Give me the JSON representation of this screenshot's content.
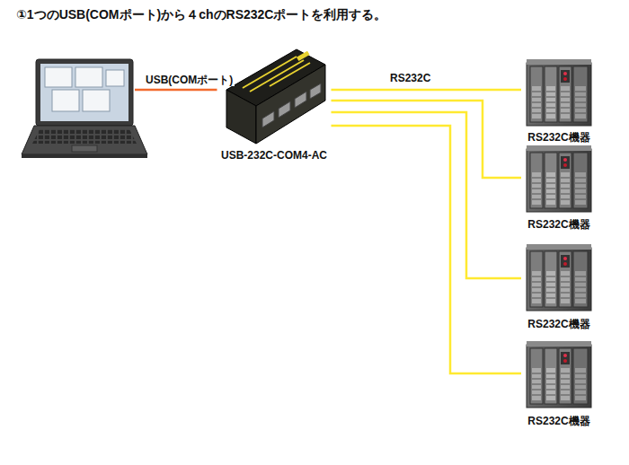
{
  "diagram": {
    "title": "①1つのUSB(COMポート)から４chのRS232Cポートを利用する。",
    "nodes": [
      {
        "text": []
      },
      {
        "text": [
          "USB-232C-COM4-AC"
        ]
      },
      {
        "text": [
          "RS232C機器"
        ]
      },
      {
        "text": [
          "RS232C機器"
        ]
      },
      {
        "text": [
          "RS232C機器"
        ]
      },
      {
        "text": [
          "RS232C機器"
        ]
      }
    ],
    "edges": [
      {
        "from": 0,
        "to": 1,
        "arrow": "none",
        "label": "USB(COMポート)"
      },
      {
        "from": 1,
        "to": 2,
        "arrow": "none",
        "label": "RS232C"
      },
      {
        "from": 1,
        "to": 3,
        "arrow": "none"
      },
      {
        "from": 1,
        "to": 4,
        "arrow": "none"
      },
      {
        "from": 1,
        "to": 5,
        "arrow": "none"
      }
    ]
  }
}
